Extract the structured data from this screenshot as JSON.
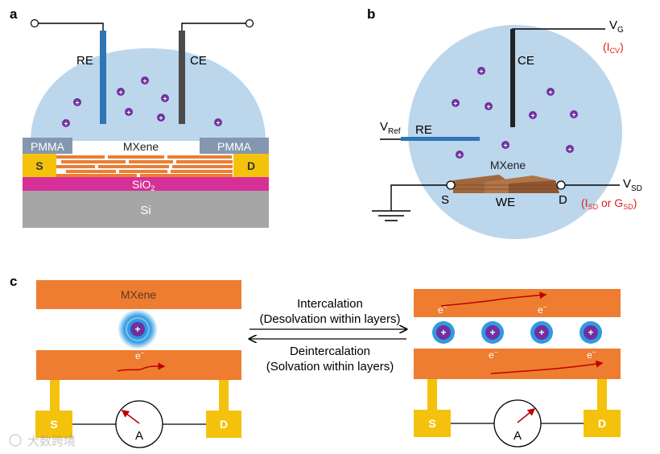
{
  "panel_a": {
    "label": "a",
    "re": "RE",
    "ce": "CE",
    "pmma_left": "PMMA",
    "pmma_right": "PMMA",
    "mxene": "MXene",
    "source": "S",
    "drain": "D",
    "sio2": "SiO",
    "sio2_sub": "2",
    "si": "Si",
    "ion_symbol": "+"
  },
  "panel_b": {
    "label": "b",
    "vg": "V",
    "vg_sub": "G",
    "icv_open": "(I",
    "icv_sub": "CV",
    "icv_close": ")",
    "ce": "CE",
    "vref": "V",
    "vref_sub": "Ref",
    "re": "RE",
    "mxene": "MXene",
    "vsd": "V",
    "vsd_sub": "SD",
    "source": "S",
    "we": "WE",
    "drain": "D",
    "isd_open": "(I",
    "isd_sub": "SD",
    "isd_or": " or G",
    "gsd_sub": "SD",
    "isd_close": ")",
    "ion_symbol": "+"
  },
  "panel_c": {
    "label": "c",
    "mxene": "MXene",
    "electron": "e",
    "electron_sup": "−",
    "intercalation": "Intercalation",
    "intercalation_sub": "(Desolvation within layers)",
    "deintercalation": "Deintercalation",
    "deintercalation_sub": "(Solvation within layers)",
    "source": "S",
    "drain": "D",
    "ammeter": "A",
    "ion_symbol": "+"
  },
  "watermark": "大数跨境",
  "colors": {
    "electrolyte": "#bcd6ec",
    "mxene": "#ee7d31",
    "electrode_gold": "#f4c20d",
    "sio2": "#d62f98",
    "si": "#a6a6a6",
    "pmma": "#8497b0",
    "ion": "#7030a0",
    "re_blue": "#2e75b6",
    "ce_gray": "#4a4a4a",
    "red_text": "#e02020"
  }
}
